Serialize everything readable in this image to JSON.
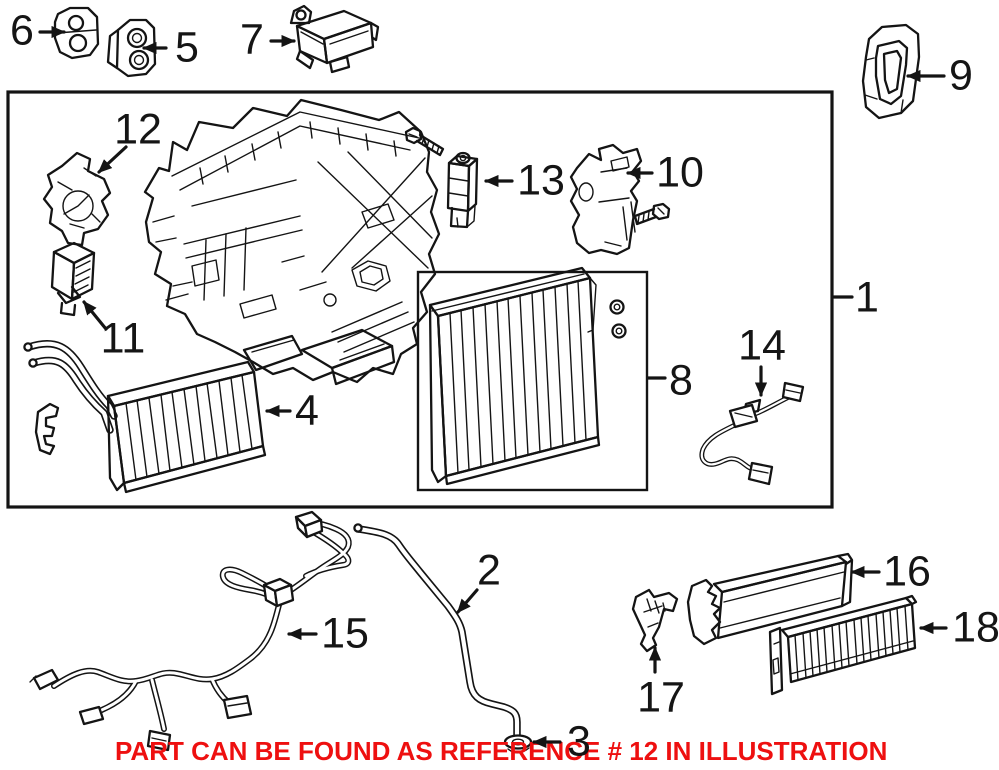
{
  "diagram": {
    "type": "exploded-parts-illustration",
    "background": "#ffffff",
    "line_color": "#141414",
    "banner": {
      "text": "PART CAN BE FOUND AS REFERENCE # 12 IN ILLUSTRATION",
      "color": "#ee1010"
    },
    "labels": {
      "n1": "1",
      "n2": "2",
      "n3": "3",
      "n4": "4",
      "n5": "5",
      "n6": "6",
      "n7": "7",
      "n8": "8",
      "n9": "9",
      "n10": "10",
      "n11": "11",
      "n12": "12",
      "n13": "13",
      "n14": "14",
      "n15": "15",
      "n16": "16",
      "n17": "17",
      "n18": "18"
    },
    "parts": [
      {
        "ref": "1",
        "depicts": "hvac-unit-assembly-group"
      },
      {
        "ref": "2",
        "depicts": "drain-hose"
      },
      {
        "ref": "3",
        "depicts": "drain-grommet"
      },
      {
        "ref": "4",
        "depicts": "heater-core"
      },
      {
        "ref": "5",
        "depicts": "seal-plate"
      },
      {
        "ref": "6",
        "depicts": "seal-plate"
      },
      {
        "ref": "7",
        "depicts": "control-module"
      },
      {
        "ref": "8",
        "depicts": "evaporator-core"
      },
      {
        "ref": "9",
        "depicts": "duct-seal"
      },
      {
        "ref": "10",
        "depicts": "servo-motor"
      },
      {
        "ref": "11",
        "depicts": "blower-resistor"
      },
      {
        "ref": "12",
        "depicts": "servo-motor"
      },
      {
        "ref": "13",
        "depicts": "expansion-valve"
      },
      {
        "ref": "14",
        "depicts": "sensor-harness"
      },
      {
        "ref": "15",
        "depicts": "wiring-harness"
      },
      {
        "ref": "16",
        "depicts": "filter-cover"
      },
      {
        "ref": "17",
        "depicts": "bracket-clip"
      },
      {
        "ref": "18",
        "depicts": "cabin-air-filter"
      }
    ]
  }
}
